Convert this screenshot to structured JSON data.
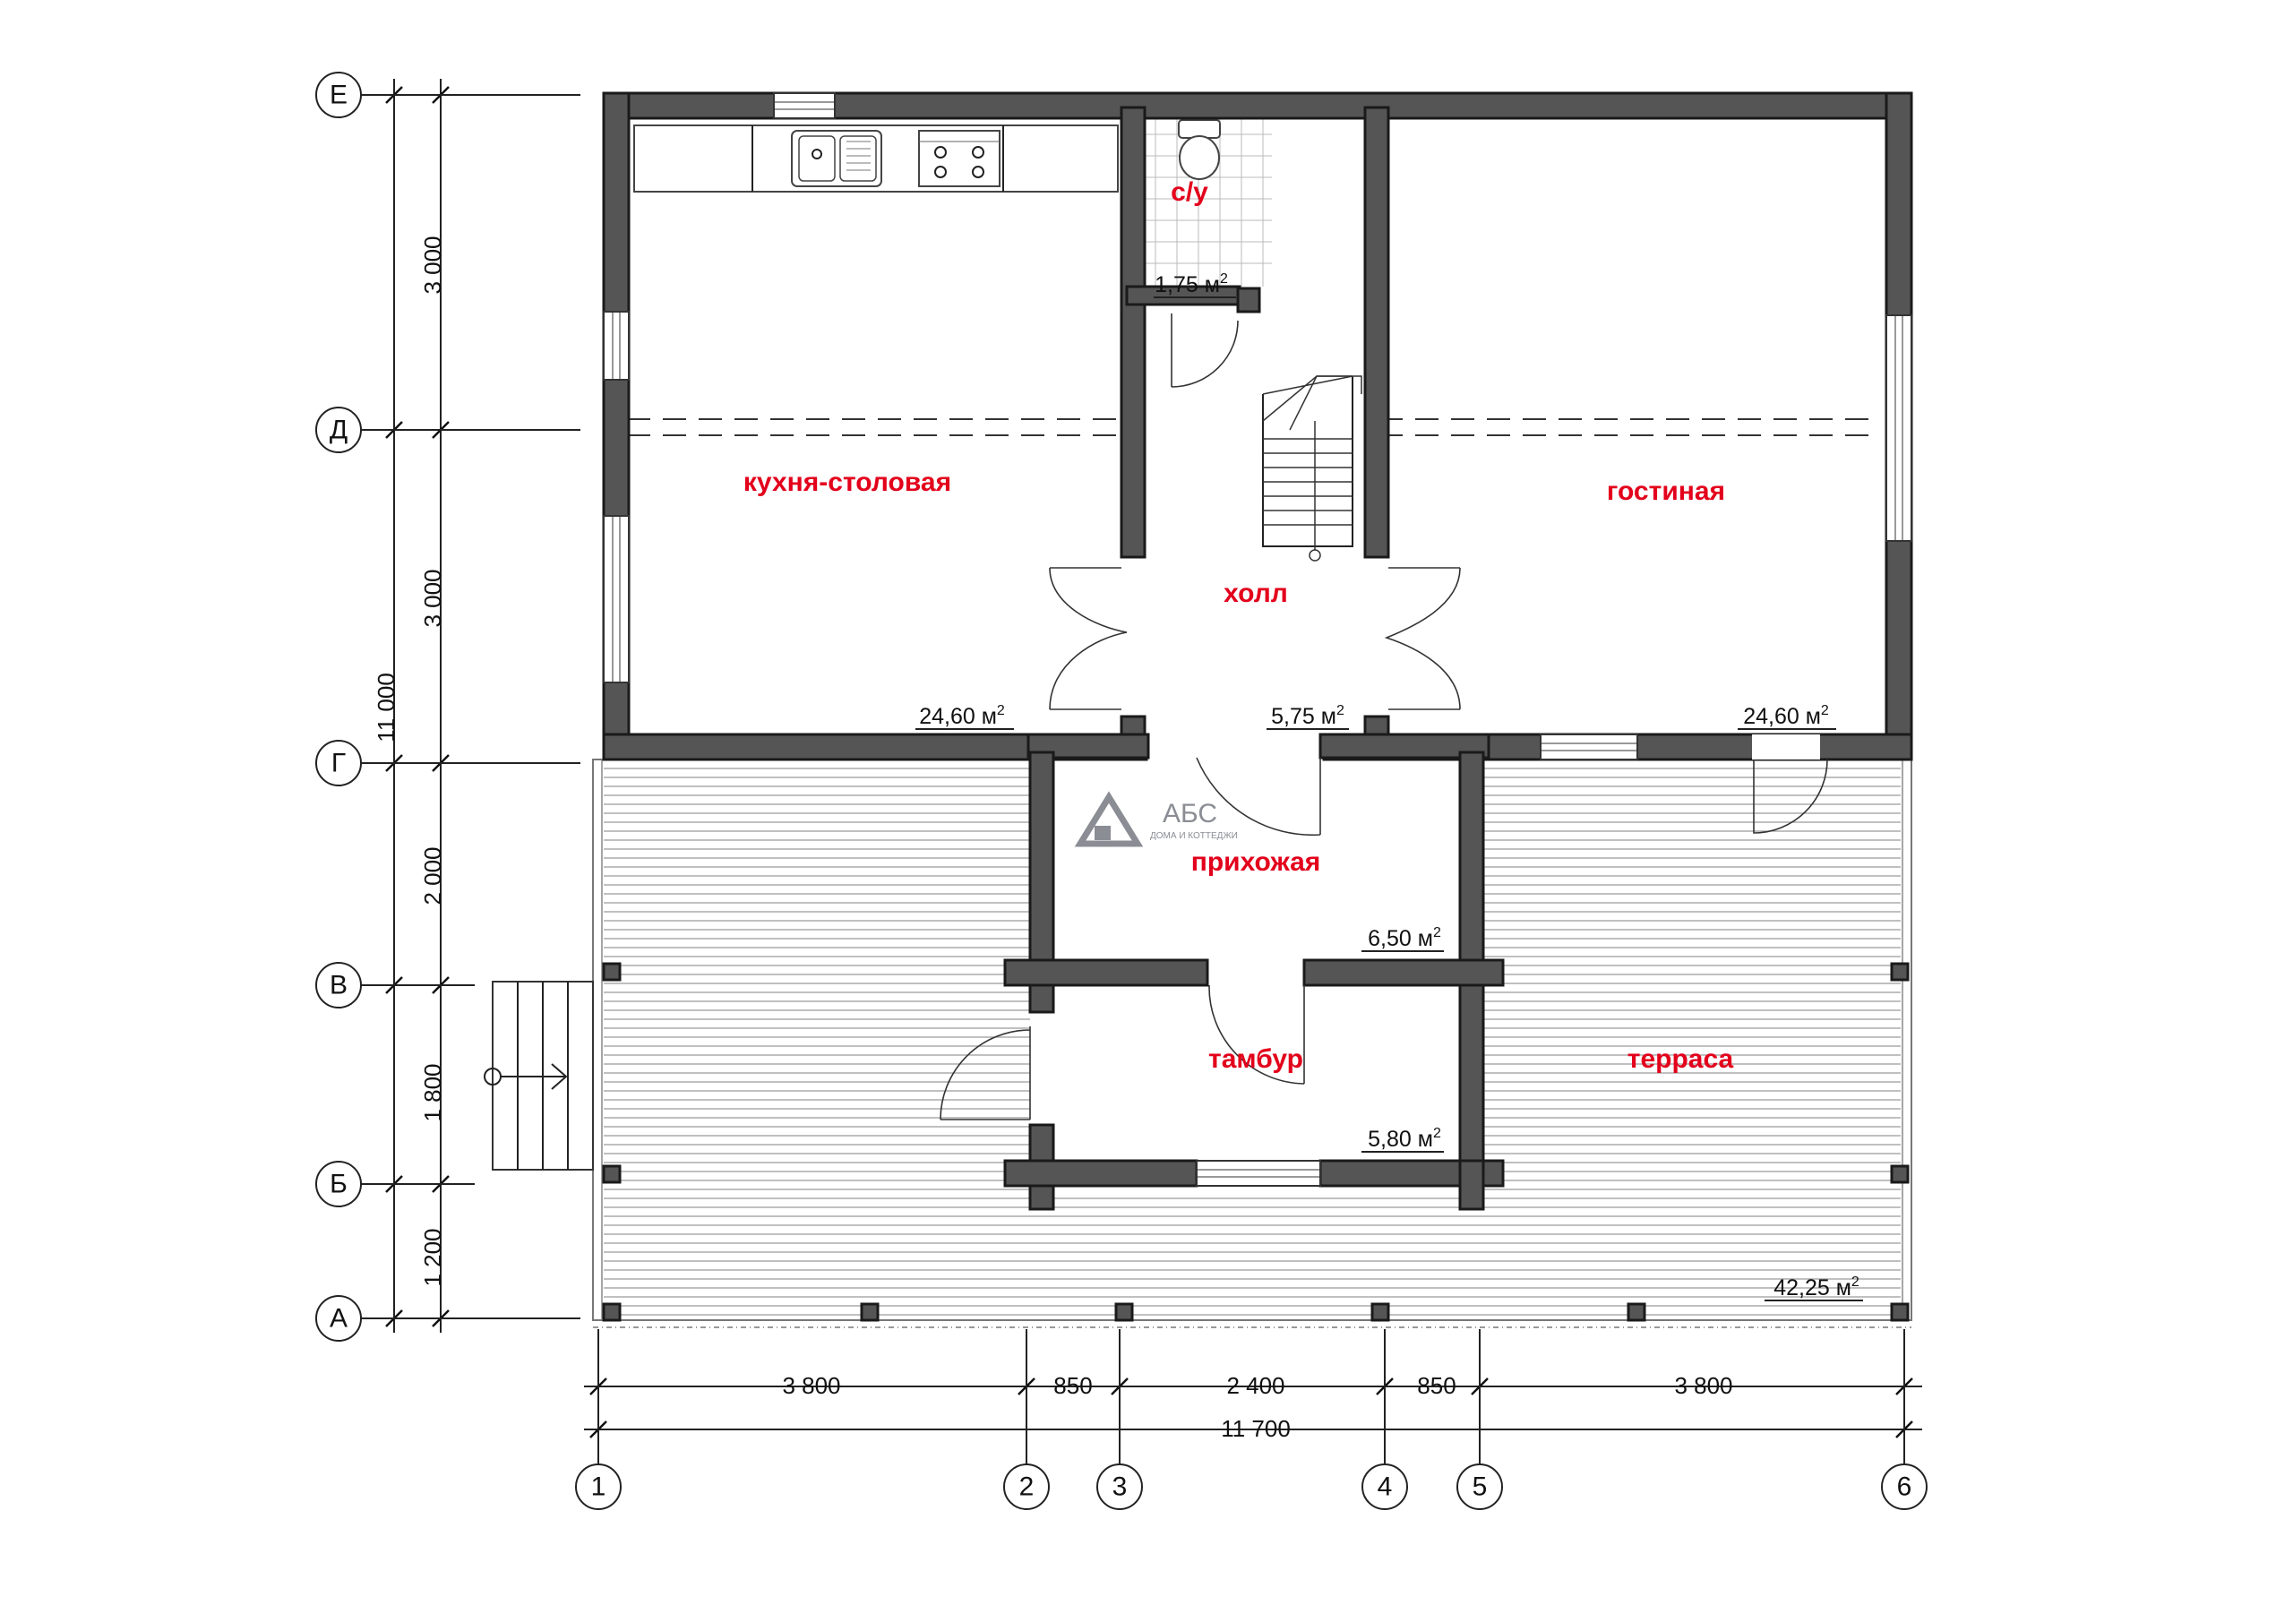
{
  "rooms": {
    "kitchen": "кухня-столовая",
    "bathroom": "с/у",
    "hall": "холл",
    "living": "гостиная",
    "entry": "прихожая",
    "vestibule": "тамбур",
    "terrace": "терраса"
  },
  "areas": {
    "kitchen": "24,60 м",
    "bathroom": "1,75 м",
    "hall": "5,75 м",
    "living": "24,60 м",
    "entry": "6,50 м",
    "vestibule": "5,80 м",
    "terrace": "42,25 м",
    "superscript": "2"
  },
  "axes": {
    "rows": [
      "Е",
      "Д",
      "Г",
      "В",
      "Б",
      "А"
    ],
    "columns": [
      "1",
      "2",
      "3",
      "4",
      "5",
      "6"
    ]
  },
  "dimensions": {
    "vertical_overall": "11 000",
    "vertical_segments": [
      "3 000",
      "3 000",
      "2 000",
      "1 800",
      "1 200"
    ],
    "horizontal_segments": [
      "3 800",
      "850",
      "2 400",
      "850",
      "3 800"
    ],
    "horizontal_overall": "11 700"
  },
  "logo": {
    "name": "АБС",
    "tagline": "ДОМА И КОТТЕДЖИ"
  },
  "colors": {
    "wall": "#555555",
    "room_label": "#e3001b",
    "logo": "#8a8d94"
  }
}
